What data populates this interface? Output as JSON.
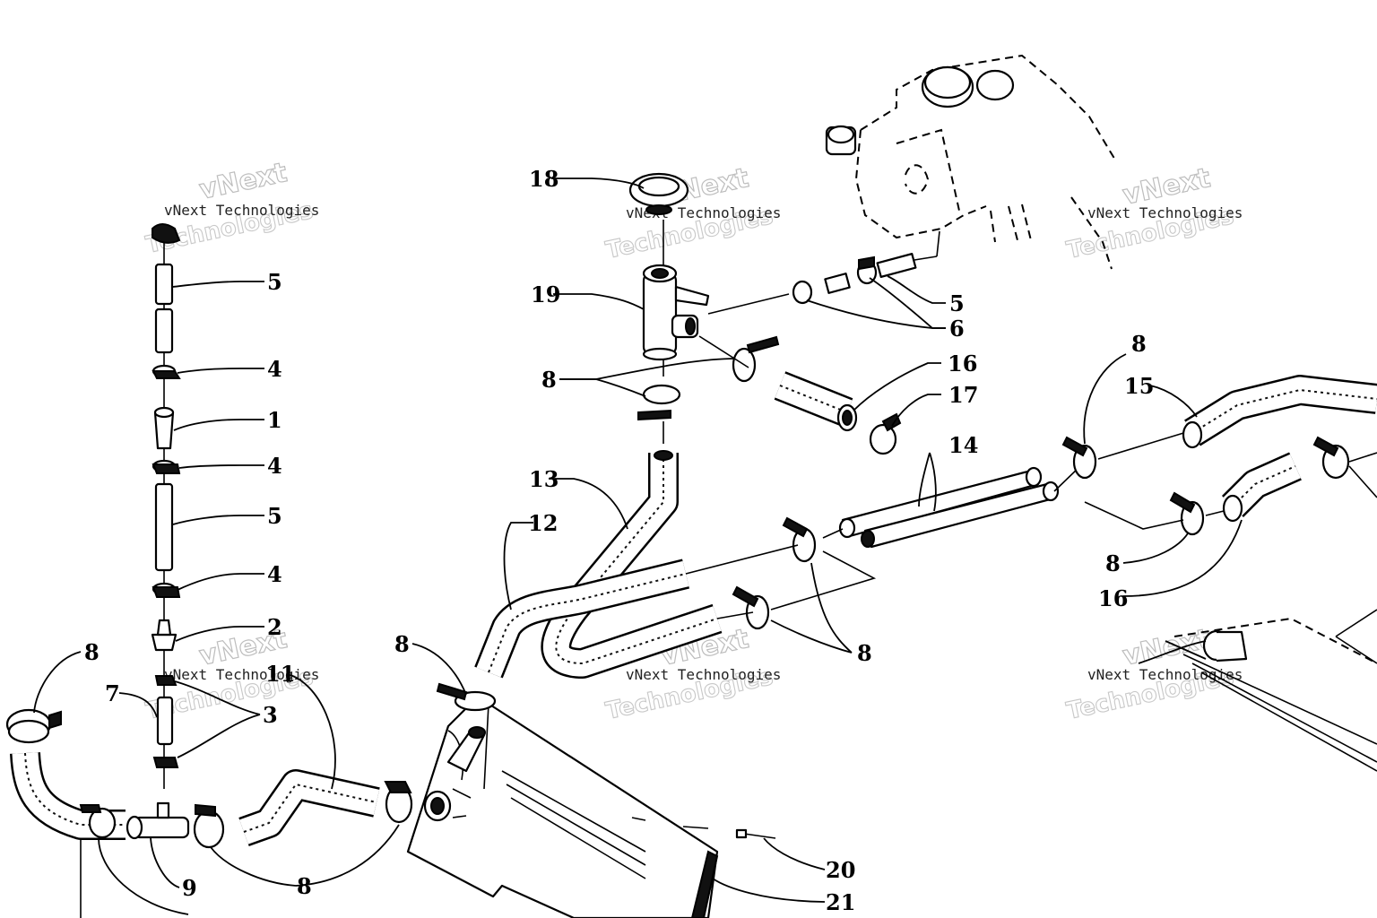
{
  "diagram": {
    "watermark": {
      "line_small": "vNext Technologies",
      "line_top": "vNext",
      "line_large": "Technologies"
    },
    "callouts": [
      {
        "id": "c1",
        "text": "1"
      },
      {
        "id": "c2",
        "text": "2"
      },
      {
        "id": "c3",
        "text": "3"
      },
      {
        "id": "c4a",
        "text": "4"
      },
      {
        "id": "c4b",
        "text": "4"
      },
      {
        "id": "c4c",
        "text": "4"
      },
      {
        "id": "c5a",
        "text": "5"
      },
      {
        "id": "c5b",
        "text": "5"
      },
      {
        "id": "c5c",
        "text": "5"
      },
      {
        "id": "c6",
        "text": "6"
      },
      {
        "id": "c7",
        "text": "7"
      },
      {
        "id": "c8a",
        "text": "8"
      },
      {
        "id": "c8b",
        "text": "8"
      },
      {
        "id": "c8c",
        "text": "8"
      },
      {
        "id": "c8d",
        "text": "8"
      },
      {
        "id": "c8e",
        "text": "8"
      },
      {
        "id": "c8f",
        "text": "8"
      },
      {
        "id": "c8g",
        "text": "8"
      },
      {
        "id": "c9",
        "text": "9"
      },
      {
        "id": "c11",
        "text": "11"
      },
      {
        "id": "c12",
        "text": "12"
      },
      {
        "id": "c13",
        "text": "13"
      },
      {
        "id": "c14",
        "text": "14"
      },
      {
        "id": "c15",
        "text": "15"
      },
      {
        "id": "c16a",
        "text": "16"
      },
      {
        "id": "c16b",
        "text": "16"
      },
      {
        "id": "c17",
        "text": "17"
      },
      {
        "id": "c18",
        "text": "18"
      },
      {
        "id": "c19",
        "text": "19"
      },
      {
        "id": "c20",
        "text": "20"
      },
      {
        "id": "c21",
        "text": "21"
      }
    ]
  }
}
